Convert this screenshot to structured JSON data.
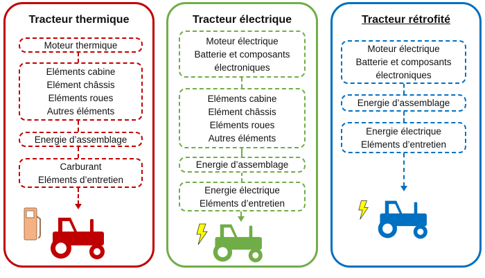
{
  "colors": {
    "thermal": "#c00000",
    "electric": "#70ad47",
    "retrofit": "#0070c0",
    "pump": "#f4b183",
    "bolt": "#ffff00"
  },
  "columns": [
    {
      "title": "Tracteur thermique",
      "boxes": [
        [
          "Moteur thermique"
        ],
        [
          "Eléments cabine",
          "Elément châssis",
          "Eléments roues",
          "Autres éléments"
        ],
        [
          "Energie d’assemblage"
        ],
        [
          "Carburant",
          "Eléments d’entretien"
        ]
      ],
      "icon": "fuel-pump-icon"
    },
    {
      "title": "Tracteur électrique",
      "boxes": [
        [
          "Moteur électrique",
          "Batterie et composants",
          "électroniques"
        ],
        [
          "Eléments cabine",
          "Elément châssis",
          "Eléments roues",
          "Autres éléments"
        ],
        [
          "Energie d’assemblage"
        ],
        [
          "Energie électrique",
          "Eléments d’entretien"
        ]
      ],
      "icon": "lightning-icon"
    },
    {
      "title": "Tracteur rétrofité",
      "boxes": [
        [
          "Moteur électrique",
          "Batterie et composants",
          "électroniques"
        ],
        [
          "Energie d’assemblage"
        ],
        [
          "Energie électrique",
          "Eléments d’entretien"
        ]
      ],
      "icon": "lightning-icon"
    }
  ]
}
